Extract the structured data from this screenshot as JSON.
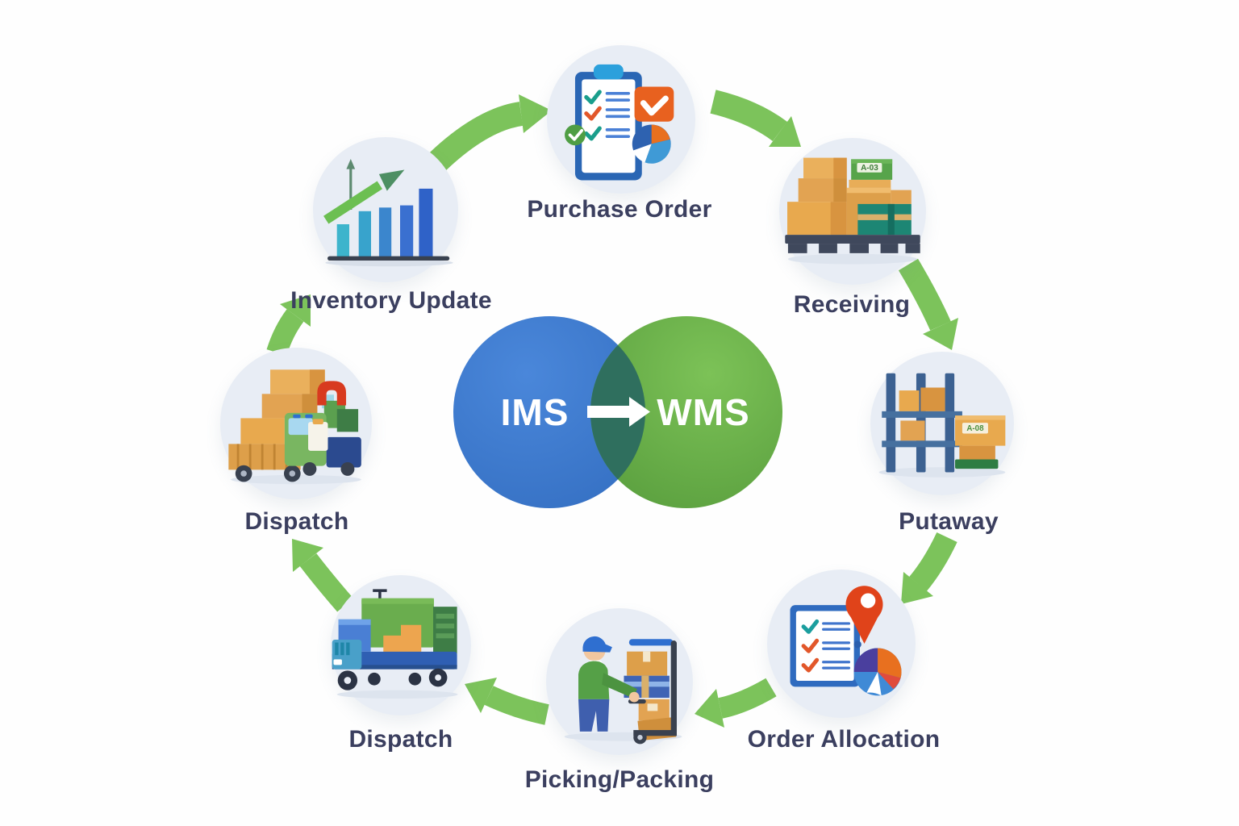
{
  "center": {
    "left_label": "IMS",
    "right_label": "WMS",
    "left_circle_color": "#3d7ccd",
    "right_circle_color": "#69b04a",
    "overlap_color": "#2f6f5e",
    "arrow_color": "#ffffff"
  },
  "stations": [
    {
      "label": "Purchase Order",
      "icon": "clipboard-checklist-icon"
    },
    {
      "label": "Receiving",
      "icon": "pallet-boxes-icon",
      "box_tag": "A-03"
    },
    {
      "label": "Putaway",
      "icon": "warehouse-rack-icon",
      "box_tag": "A-08"
    },
    {
      "label": "Order Allocation",
      "icon": "checklist-location-pin-icon"
    },
    {
      "label": "Picking/Packing",
      "icon": "worker-hand-truck-icon"
    },
    {
      "label": "Dispatch",
      "icon": "delivery-truck-icon"
    },
    {
      "label": "Dispatch",
      "icon": "truck-loading-boxes-icon"
    },
    {
      "label": "Inventory Update",
      "icon": "bar-chart-growth-icon"
    }
  ],
  "flow_arrows": [
    {
      "from": "Inventory Update",
      "to": "Purchase Order"
    },
    {
      "from": "Purchase Order",
      "to": "Receiving"
    },
    {
      "from": "Receiving",
      "to": "Putaway"
    },
    {
      "from": "Putaway",
      "to": "Order Allocation"
    },
    {
      "from": "Order Allocation",
      "to": "Picking/Packing"
    },
    {
      "from": "Picking/Packing",
      "to": "Dispatch"
    },
    {
      "from": "Dispatch",
      "to": "Dispatch"
    },
    {
      "from": "Dispatch",
      "to": "Inventory Update"
    }
  ],
  "colors": {
    "flow_arrow_green": "#7cc35b",
    "station_label_text": "#3b3f5f",
    "icon_circle_background": "#e8edf5",
    "page_background": "#fefefe"
  }
}
